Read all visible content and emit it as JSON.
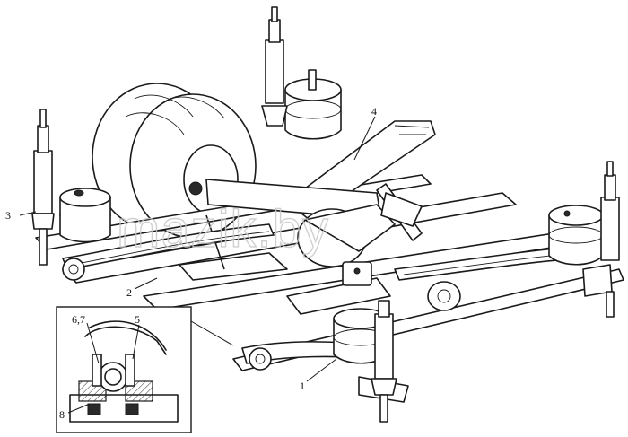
{
  "diagram": {
    "watermark": "mazik.by",
    "callouts": [
      {
        "id": "callout-1",
        "text": "1"
      },
      {
        "id": "callout-2",
        "text": "2"
      },
      {
        "id": "callout-3",
        "text": "3"
      },
      {
        "id": "callout-4",
        "text": "4"
      },
      {
        "id": "callout-5",
        "text": "5"
      },
      {
        "id": "callout-67",
        "text": "6,7"
      },
      {
        "id": "callout-8",
        "text": "8"
      }
    ]
  },
  "colors": {
    "ink": "#1a1a1a",
    "paper": "#ffffff",
    "watermark": "#c8c8c8"
  }
}
